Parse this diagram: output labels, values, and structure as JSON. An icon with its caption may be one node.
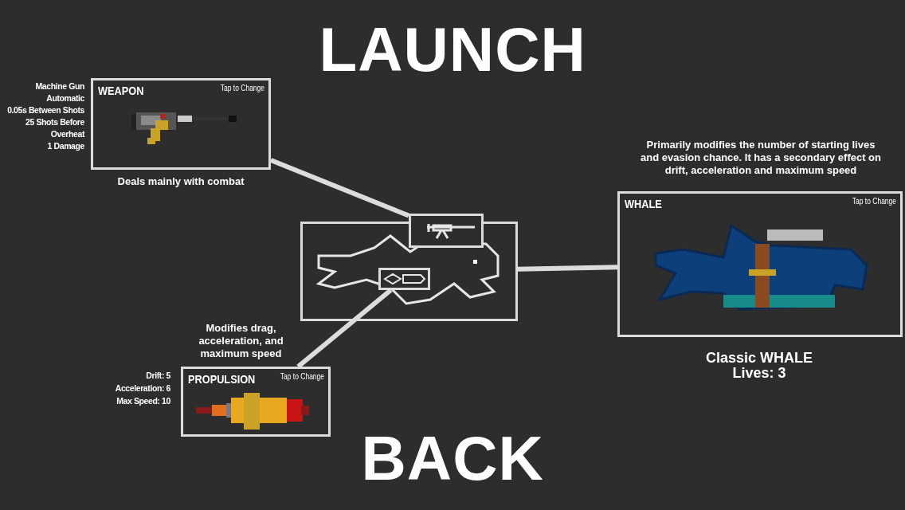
{
  "diagram": {
    "nodes": [
      {
        "text": [
          "WEAPON",
          "Tap to Change"
        ],
        "beside": [
          "Machine Gun",
          "Automatic",
          "0.05s Between Shots",
          "25 Shots Before Overheat",
          "1 Damage",
          "Deals mainly with combat"
        ]
      },
      {
        "text": [],
        "shape": "picture"
      },
      {
        "text": [],
        "shape": "picture"
      },
      {
        "text": [],
        "shape": "picture",
        "in": 1
      },
      {
        "text": [
          "WHALE",
          "Tap to Change"
        ],
        "beside": [
          "Primarily modifies the number of starting lives and evasion chance. It has a secondary effect on drift, acceleration and maximum speed",
          "Classic WHALE",
          "Lives: 3"
        ]
      },
      {
        "text": [
          "PROPULSION",
          "Tap to Change"
        ],
        "beside": [
          "Modifies drag, acceleration, and maximum speed",
          "Drift: 5",
          "Acceleration: 6",
          "Max Speed: 10"
        ]
      }
    ],
    "edges": [
      {
        "from": 0,
        "to": 2,
        "arrow": "none"
      },
      {
        "from": 4,
        "to": 1,
        "arrow": "none"
      },
      {
        "from": 5,
        "to": 3,
        "arrow": "none"
      }
    ],
    "labels": [
      "LAUNCH",
      "BACK"
    ]
  }
}
